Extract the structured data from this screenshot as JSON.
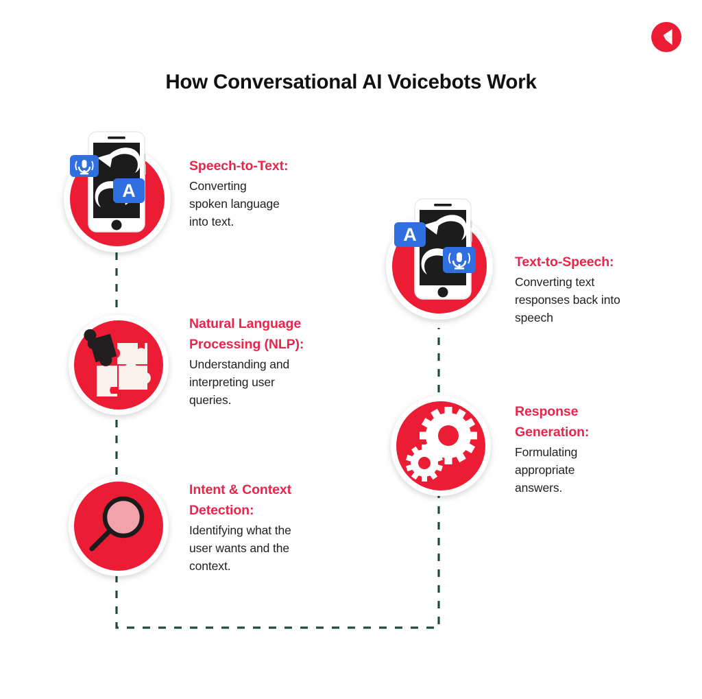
{
  "page": {
    "title": "How Conversational AI Voicebots Work",
    "background_color": "#ffffff",
    "accent_red": "#ed1c35",
    "heading_red": "#e8254a",
    "connector_color": "#1e4d3d",
    "badge_blue": "#2f6fe0"
  },
  "logo": {
    "name": "brand-logo",
    "circle_color": "#ed1c35",
    "mark_color": "#ffffff"
  },
  "steps": [
    {
      "id": "speech-to-text",
      "heading": "Speech-to-Text:",
      "body": "Converting spoken language into text.",
      "body_lines": [
        "Converting",
        "spoken language",
        "into text."
      ],
      "icon": "phone-mic-to-text-icon",
      "column": "left",
      "order": 1
    },
    {
      "id": "natural-language-processing",
      "heading": "Natural Language Processing (NLP):",
      "heading_lines": [
        "Natural Language",
        "Processing (NLP):"
      ],
      "body": "Understanding and interpreting user queries.",
      "body_lines": [
        "Understanding and",
        "interpreting user",
        "queries."
      ],
      "icon": "puzzle-pieces-icon",
      "column": "left",
      "order": 2
    },
    {
      "id": "intent-and-context-detection",
      "heading": "Intent & Context Detection:",
      "heading_lines": [
        "Intent & Context",
        "Detection:"
      ],
      "body": "Identifying what the user wants and the context.",
      "body_lines": [
        "Identifying what the",
        "user wants and the",
        "context."
      ],
      "icon": "magnifying-glass-icon",
      "column": "left",
      "order": 3
    },
    {
      "id": "text-to-speech",
      "heading": "Text-to-Speech:",
      "body": "Converting text responses back into speech",
      "body_lines": [
        "Converting text",
        "responses back into",
        "speech"
      ],
      "icon": "phone-text-to-mic-icon",
      "column": "right",
      "order": 5
    },
    {
      "id": "response-generation",
      "heading": "Response Generation:",
      "heading_lines": [
        "Response",
        "Generation:"
      ],
      "body": "Formulating appropriate answers.",
      "body_lines": [
        "Formulating",
        "appropriate",
        "answers."
      ],
      "icon": "gears-icon",
      "column": "right",
      "order": 4
    }
  ],
  "icon_labels": {
    "text_badge": "A",
    "mic_badge": "microphone"
  }
}
